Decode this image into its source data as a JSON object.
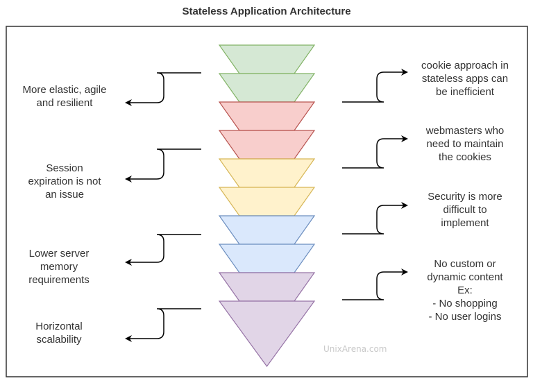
{
  "title": "Stateless Application Architecture",
  "layers": [
    {
      "shape": "trapezoid",
      "fill": "#d5e8d4",
      "stroke": "#82b366"
    },
    {
      "shape": "trapezoid",
      "fill": "#d5e8d4",
      "stroke": "#82b366"
    },
    {
      "shape": "trapezoid",
      "fill": "#f8cecc",
      "stroke": "#b85450"
    },
    {
      "shape": "trapezoid",
      "fill": "#f8cecc",
      "stroke": "#b85450"
    },
    {
      "shape": "trapezoid",
      "fill": "#fff2cc",
      "stroke": "#d6b656"
    },
    {
      "shape": "trapezoid",
      "fill": "#fff2cc",
      "stroke": "#d6b656"
    },
    {
      "shape": "trapezoid",
      "fill": "#dae8fc",
      "stroke": "#6c8ebf"
    },
    {
      "shape": "trapezoid",
      "fill": "#dae8fc",
      "stroke": "#6c8ebf"
    },
    {
      "shape": "trapezoid",
      "fill": "#e1d5e7",
      "stroke": "#9673a6"
    },
    {
      "shape": "triangle",
      "fill": "#e1d5e7",
      "stroke": "#9673a6"
    }
  ],
  "left_notes": [
    {
      "lines": [
        "More elastic, agile",
        "and resilient"
      ]
    },
    {
      "lines": [
        "Session",
        "expiration is not",
        "an issue"
      ]
    },
    {
      "lines": [
        "Lower server",
        "memory",
        "requirements"
      ]
    },
    {
      "lines": [
        "Horizontal",
        "scalability"
      ]
    }
  ],
  "right_notes": [
    {
      "lines": [
        "cookie approach in",
        "stateless apps can",
        "be inefficient"
      ]
    },
    {
      "lines": [
        "webmasters who",
        "need to maintain",
        "the cookies"
      ]
    },
    {
      "lines": [
        "Security is more",
        "difficult to",
        "implement"
      ]
    },
    {
      "lines": [
        "No custom or",
        "dynamic content",
        "Ex:",
        "- No shopping",
        "- No user logins"
      ]
    }
  ],
  "watermark": "UnixArena.com"
}
